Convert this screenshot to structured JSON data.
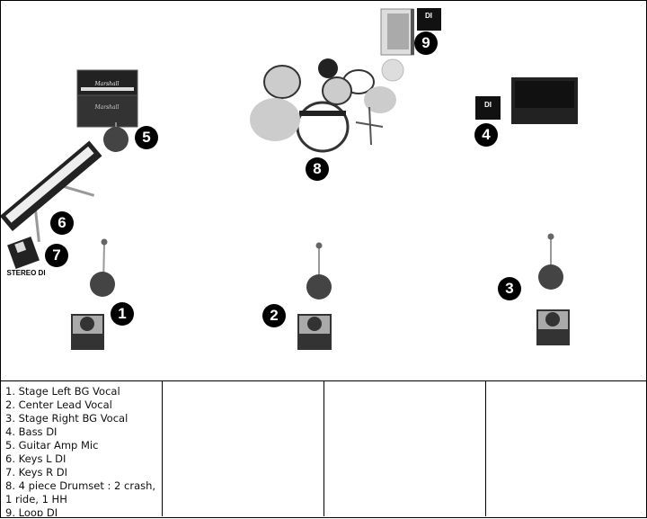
{
  "stage": {
    "badges": [
      "1",
      "2",
      "3",
      "4",
      "5",
      "6",
      "7",
      "8",
      "9"
    ],
    "stereo_di_label": "STEREO DI",
    "di_label": "DI",
    "amp_brand": "Marshall"
  },
  "legend": {
    "items": [
      "1. Stage Left BG Vocal",
      "2. Center Lead Vocal",
      "3. Stage Right BG Vocal",
      "4. Bass DI",
      "5. Guitar Amp Mic",
      "6. Keys L DI",
      "7. Keys R DI",
      "8. 4 piece Drumset : 2 crash, 1 ride, 1 HH",
      "9. Loop DI"
    ]
  }
}
